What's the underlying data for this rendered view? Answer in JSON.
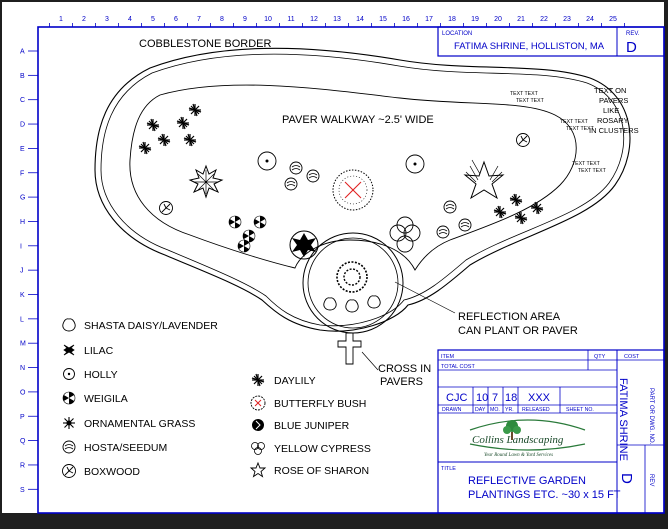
{
  "ruler": {
    "top": [
      "1",
      "2",
      "3",
      "4",
      "5",
      "6",
      "7",
      "8",
      "9",
      "10",
      "11",
      "12",
      "13",
      "14",
      "15",
      "16",
      "17",
      "18",
      "19",
      "20",
      "21",
      "22",
      "23",
      "24",
      "25"
    ],
    "left": [
      "A",
      "B",
      "C",
      "D",
      "E",
      "F",
      "G",
      "H",
      "I",
      "J",
      "K",
      "L",
      "M",
      "N",
      "O",
      "P",
      "Q",
      "R",
      "S"
    ]
  },
  "labels": {
    "border": "COBBLESTONE BORDER",
    "walkway": "PAVER WALKWAY ~2.5' WIDE",
    "text_on_pavers": [
      "TEXT ON",
      "PAVERS",
      "LIKE",
      "ROSARY",
      "IN CLUSTERS"
    ],
    "reflection": [
      "REFLECTION AREA",
      "CAN PLANT OR PAVER"
    ],
    "cross": [
      "CROSS IN",
      "PAVERS"
    ],
    "paver_text": "TEXT TEXT"
  },
  "legend": [
    {
      "icon": "shasta-daisy-icon",
      "label": "SHASTA DAISY/LAVENDER"
    },
    {
      "icon": "lilac-icon",
      "label": "LILAC"
    },
    {
      "icon": "holly-icon",
      "label": "HOLLY"
    },
    {
      "icon": "weigila-icon",
      "label": "WEIGILA"
    },
    {
      "icon": "ornamental-grass-icon",
      "label": "ORNAMENTAL GRASS"
    },
    {
      "icon": "hosta-icon",
      "label": "HOSTA/SEEDUM"
    },
    {
      "icon": "boxwood-icon",
      "label": "BOXWOOD"
    },
    {
      "icon": "daylily-icon",
      "label": "DAYLILY"
    },
    {
      "icon": "butterfly-bush-icon",
      "label": "BUTTERFLY BUSH"
    },
    {
      "icon": "blue-juniper-icon",
      "label": "BLUE JUNIPER"
    },
    {
      "icon": "yellow-cypress-icon",
      "label": "YELLOW CYPRESS"
    },
    {
      "icon": "rose-of-sharon-icon",
      "label": "ROSE OF SHARON"
    }
  ],
  "title_block": {
    "location_label": "LOCATION",
    "location": "FATIMA SHRINE, HOLLISTON, MA",
    "rev_label": "REV.",
    "rev": "D",
    "item_label": "ITEM",
    "qty_label": "QTY",
    "cost_label": "COST",
    "total_cost_label": "TOTAL COST",
    "drawn": "CJC",
    "day": "10",
    "month": "7",
    "year": "18",
    "released": "XXX",
    "drawn_label": "DRAWN",
    "day_label": "DAY",
    "month_label": "MO.",
    "year_label": "YR.",
    "released_label": "RELEASED",
    "sheet_label": "SHEET NO.",
    "vertical_name": "FATIMA SHRINE",
    "part_label": "PART OR DWG. NO.",
    "title_label": "TITLE",
    "title_line1": "REFLECTIVE GARDEN",
    "title_line2": "PLANTINGS ETC.  ~30 x 15 FT",
    "bottom_rev": "D",
    "bottom_rev_label": "REV",
    "logo_name": "Collins Landscaping",
    "logo_tagline": "Year Round Lawn & Yard Services"
  }
}
